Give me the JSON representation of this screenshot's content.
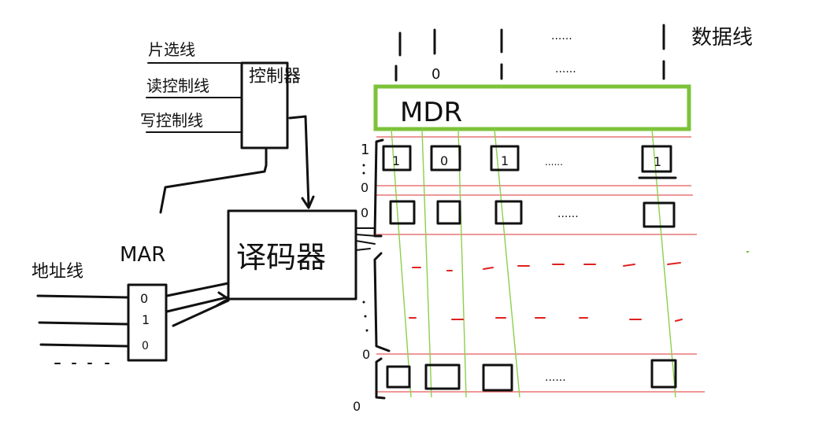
{
  "labels": {
    "data_bus": "数据线",
    "chip_select": "片选线",
    "read_control": "读控制线",
    "write_control": "写控制线",
    "controller": "控制器",
    "mdr": "MDR",
    "mar": "MAR",
    "decoder": "译码器",
    "address_bus": "地址线"
  },
  "bit_labels": [
    "1",
    "0",
    "1",
    "1"
  ],
  "mar_bits": [
    "0",
    "1",
    "0"
  ],
  "row_address_labels": [
    "1",
    "0",
    "0",
    "0",
    "0"
  ],
  "row1_cells": [
    "1",
    "0",
    "1",
    "1"
  ],
  "ellipsis": "......",
  "colors": {
    "mdr_border": "#7cc23a",
    "row_line": "#e45a5a",
    "column_line": "#8bd04a",
    "dashed_rows": "#e02020",
    "ink": "#111111"
  }
}
